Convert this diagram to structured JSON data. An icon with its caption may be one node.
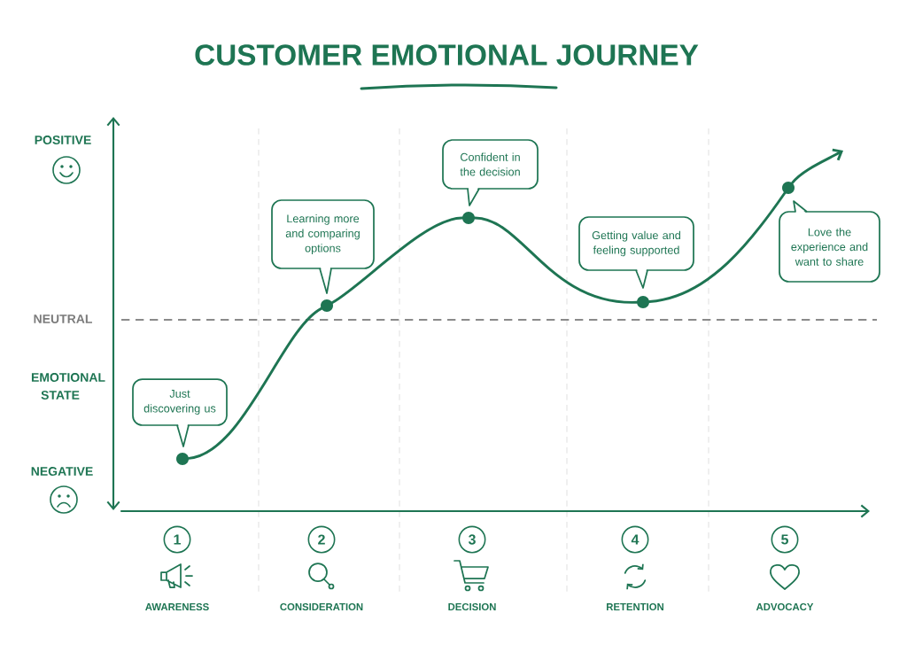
{
  "diagram": {
    "title": "CUSTOMER EMOTIONAL JOURNEY",
    "nodes": [
      {
        "text": [
          "Just discovering us"
        ]
      },
      {
        "text": [
          "Learning more and comparing options"
        ]
      },
      {
        "text": [
          "Confident in the decision"
        ]
      },
      {
        "text": [
          "Getting value and feeling supported"
        ]
      },
      {
        "text": [
          "Love the experience and want to share"
        ]
      },
      {
        "text": [],
        "shape": "circle"
      },
      {
        "text": [],
        "shape": "circle"
      },
      {
        "text": [],
        "shape": "circle"
      },
      {
        "text": [],
        "shape": "circle"
      },
      {
        "text": [],
        "shape": "circle"
      },
      {
        "text": [
          "1"
        ]
      },
      {
        "text": [
          "2"
        ]
      },
      {
        "text": [
          "3"
        ]
      },
      {
        "text": [
          "4"
        ]
      },
      {
        "text": [
          "5"
        ]
      }
    ],
    "edges": [
      {
        "from": 5,
        "to": 6,
        "arrow": "none"
      },
      {
        "from": 6,
        "to": 7,
        "arrow": "none"
      },
      {
        "from": 7,
        "to": 8,
        "arrow": "none"
      },
      {
        "from": 8,
        "to": 9,
        "arrow": "none"
      },
      {
        "from": 9,
        "to": null,
        "arrow": "to"
      }
    ],
    "labels": [
      "POSITIVE",
      "NEUTRAL",
      "EMOTIONAL STATE",
      "NEGATIVE",
      "AWARENESS",
      "CONSIDERATION",
      "DECISION",
      "RETENTION",
      "ADVOCACY"
    ]
  }
}
